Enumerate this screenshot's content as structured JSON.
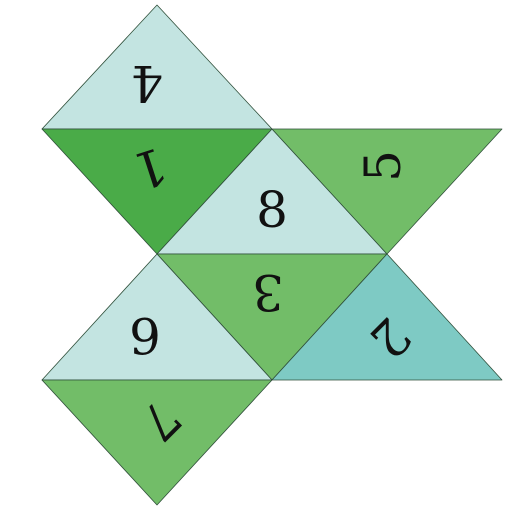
{
  "faces": [
    {
      "id": "face-4",
      "label": "4",
      "color": "#c3e4e1"
    },
    {
      "id": "face-1",
      "label": "1",
      "color": "#4aab48"
    },
    {
      "id": "face-8",
      "label": "8",
      "color": "#c3e4e1"
    },
    {
      "id": "face-5",
      "label": "5",
      "color": "#72bd68"
    },
    {
      "id": "face-3",
      "label": "3",
      "color": "#72bd68"
    },
    {
      "id": "face-2",
      "label": "2",
      "color": "#7ecac4"
    },
    {
      "id": "face-6",
      "label": "6",
      "color": "#c3e4e1"
    },
    {
      "id": "face-7",
      "label": "7",
      "color": "#72bd68"
    }
  ]
}
